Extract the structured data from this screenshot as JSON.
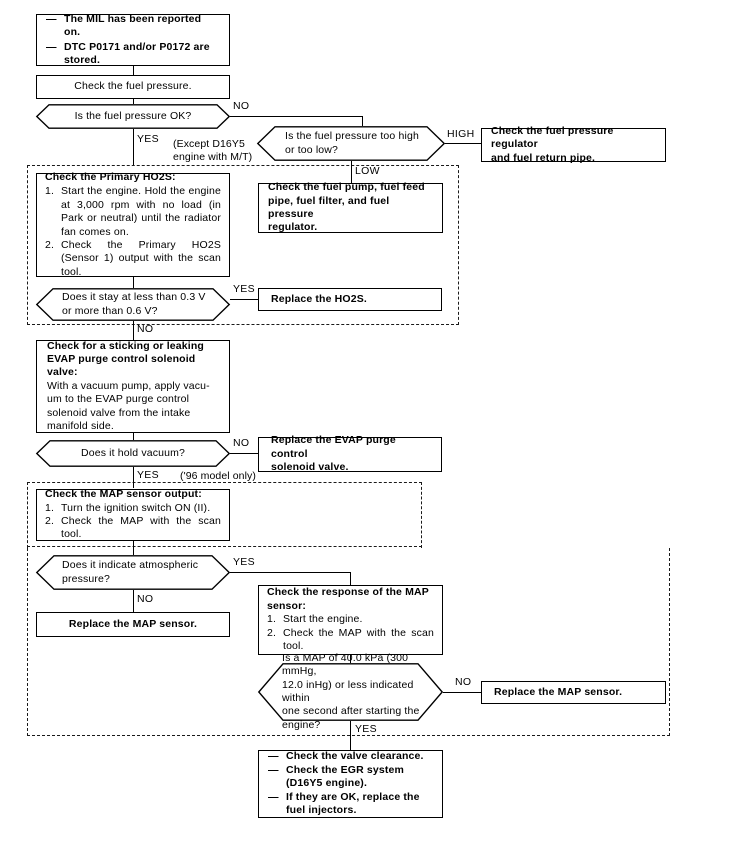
{
  "diagram": {
    "type": "troubleshooting-flowchart",
    "nodes": {
      "symptom": {
        "kind": "terminal",
        "lines": [
          "The MIL has been reported on.",
          "DTC P0171 and/or P0172 are stored."
        ],
        "bullet": "—"
      },
      "check_fuel_pressure": {
        "kind": "process",
        "text": "Check the fuel pressure."
      },
      "q_fuel_pressure_ok": {
        "kind": "decision",
        "text": "Is the fuel pressure OK?"
      },
      "q_fuel_pressure_high_low": {
        "kind": "decision",
        "line1": "Is the fuel pressure too high",
        "line2": "or too low?"
      },
      "action_regulator": {
        "kind": "action",
        "line1": "Check the fuel pressure regulator",
        "line2": "and fuel return pipe."
      },
      "action_fuel_pump": {
        "kind": "action",
        "line1": "Check the fuel pump, fuel feed",
        "line2": "pipe, fuel filter, and fuel pressure",
        "line3": "regulator."
      },
      "check_primary_ho2s": {
        "kind": "process",
        "title": "Check the Primary HO2S:",
        "steps": [
          {
            "num": "1.",
            "text": "Start the engine. Hold the engine at 3,000 rpm with no load (in Park or neutral) until the radiator fan comes on."
          },
          {
            "num": "2.",
            "text": "Check the Primary HO2S (Sensor 1) output with the scan tool."
          }
        ]
      },
      "q_ho2s_voltage": {
        "kind": "decision",
        "line1": "Does it stay at less than 0.3 V",
        "line2": "or more than 0.6 V?"
      },
      "action_replace_ho2s": {
        "kind": "action",
        "text": "Replace the HO2S."
      },
      "check_evap": {
        "kind": "process",
        "title_lines": [
          "Check for a sticking or leaking",
          "EVAP purge control solenoid",
          "valve:"
        ],
        "body_lines": [
          "With a vacuum pump, apply vacu-",
          "um to the EVAP purge control",
          "solenoid valve from the intake",
          "manifold side."
        ]
      },
      "q_hold_vacuum": {
        "kind": "decision",
        "text": "Does it hold vacuum?"
      },
      "action_replace_evap": {
        "kind": "action",
        "line1": "Replace the EVAP purge control",
        "line2": "solenoid valve."
      },
      "check_map_output": {
        "kind": "process",
        "title": "Check the MAP sensor output:",
        "steps": [
          {
            "num": "1.",
            "text": "Turn the ignition switch ON (II)."
          },
          {
            "num": "2.",
            "text": "Check the MAP with the scan tool."
          }
        ]
      },
      "q_atmospheric": {
        "kind": "decision",
        "line1": "Does it indicate atmospheric",
        "line2": "pressure?"
      },
      "action_replace_map_1": {
        "kind": "action",
        "text": "Replace the MAP sensor."
      },
      "check_map_response": {
        "kind": "process",
        "title_lines": [
          "Check the response of the MAP",
          "sensor:"
        ],
        "steps": [
          {
            "num": "1.",
            "text": "Start the engine."
          },
          {
            "num": "2.",
            "text": "Check the MAP with the scan tool."
          }
        ]
      },
      "q_map_40kpa": {
        "kind": "decision",
        "line1": "Is a MAP of 40.0 kPa (300 mmHg,",
        "line2": "12.0 inHg) or less indicated within",
        "line3": "one second after starting the",
        "line4": "engine?"
      },
      "action_replace_map_2": {
        "kind": "action",
        "text": "Replace the MAP sensor."
      },
      "final_actions": {
        "kind": "terminal",
        "bullet": "—",
        "lines": [
          "Check the valve clearance.",
          "Check the EGR system (D16Y5 engine).",
          "If they are OK, replace the fuel injectors."
        ]
      }
    },
    "edge_labels": {
      "no_1": "NO",
      "yes_1": "YES",
      "high": "HIGH",
      "low": "LOW",
      "yes_ho2s": "YES",
      "no_ho2s": "NO",
      "no_vacuum": "NO",
      "yes_vacuum": "YES",
      "yes_atmospheric": "YES",
      "no_atmospheric": "NO",
      "no_map40": "NO",
      "yes_map40": "YES"
    },
    "annotations": {
      "except_note_line1": "(Except D16Y5",
      "except_note_line2": "engine with M/T)",
      "model_note": "('96 model only)"
    },
    "colors": {
      "stroke": "#000000",
      "background": "#ffffff",
      "dashed_stroke": "#1a1a1a"
    }
  }
}
